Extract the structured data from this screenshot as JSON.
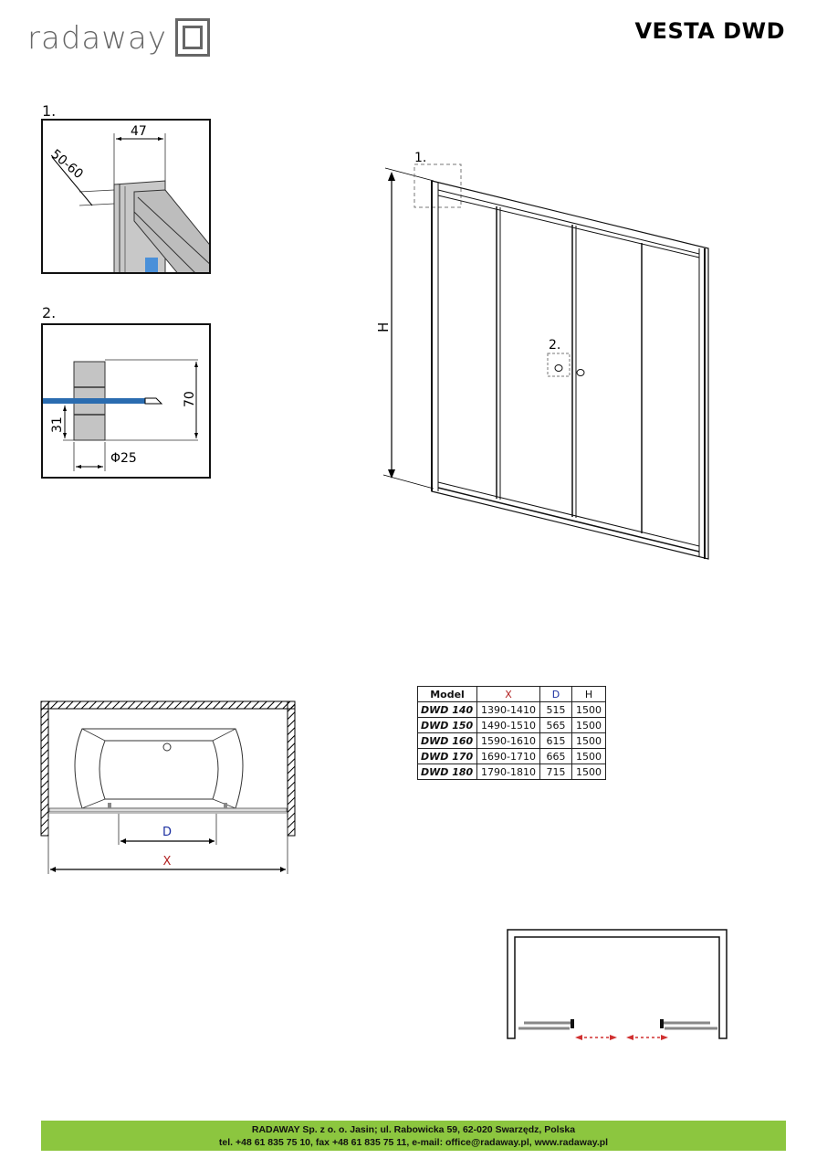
{
  "header": {
    "brand": "radaway",
    "product_title": "VESTA DWD"
  },
  "detail1": {
    "label": "1.",
    "dim_width": "47",
    "dim_range": "50-60"
  },
  "detail2": {
    "label": "2.",
    "dim_height": "70",
    "dim_offset": "31",
    "dim_diameter": "Φ25"
  },
  "main_view": {
    "callout1": "1.",
    "callout2": "2.",
    "height_label": "H"
  },
  "plan_view": {
    "d_label": "D",
    "x_label": "X",
    "d_color": "#1a2ea0",
    "x_color": "#b22222"
  },
  "spec_table": {
    "headers": [
      "Model",
      "X",
      "D",
      "H"
    ],
    "rows": [
      {
        "model": "DWD 140",
        "x": "1390-1410",
        "d": "515",
        "h": "1500"
      },
      {
        "model": "DWD 150",
        "x": "1490-1510",
        "d": "565",
        "h": "1500"
      },
      {
        "model": "DWD 160",
        "x": "1590-1610",
        "d": "615",
        "h": "1500"
      },
      {
        "model": "DWD 170",
        "x": "1690-1710",
        "d": "665",
        "h": "1500"
      },
      {
        "model": "DWD 180",
        "x": "1790-1810",
        "d": "715",
        "h": "1500"
      }
    ]
  },
  "footer": {
    "line1": "RADAWAY Sp. z o. o. Jasin; ul. Rabowicka 59, 62-020 Swarzędz, Polska",
    "line2": "tel. +48 61 835 75 10, fax +48 61 835 75 11, e-mail: office@radaway.pl, www.radaway.pl",
    "bg_color": "#8cc63f"
  }
}
